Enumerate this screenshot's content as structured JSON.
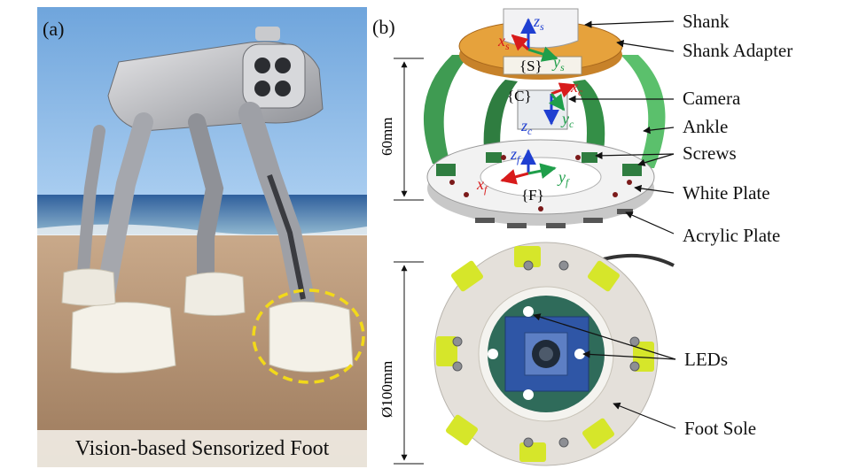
{
  "panel_a": {
    "tag": "(a)",
    "caption": "Vision-based Sensorized Foot"
  },
  "panel_b": {
    "tag": "(b)",
    "labels": {
      "shank": "Shank",
      "shank_adapter": "Shank Adapter",
      "camera": "Camera",
      "ankle": "Ankle",
      "screws": "Screws",
      "white_plate": "White Plate",
      "acrylic_plate": "Acrylic Plate",
      "leds": "LEDs",
      "foot_sole": "Foot Sole"
    },
    "dimensions": {
      "height": "60mm",
      "diameter": "Ø100mm"
    },
    "frames": {
      "shank": "{S}",
      "camera": "{C}",
      "foot": "{F}"
    },
    "axes": {
      "xs": "x",
      "ys": "y",
      "zs": "z",
      "s": "s",
      "xc": "x",
      "yc": "y",
      "zc": "z",
      "c": "c",
      "xf": "x",
      "yf": "y",
      "zf": "z",
      "f": "f"
    },
    "colors": {
      "x_axis": "#d81b1b",
      "y_axis": "#1f9e4a",
      "z_axis": "#1f3fd1",
      "adapter": "#e6a23c",
      "ankle": "#3f9b52",
      "sole_pad": "#d6e62a",
      "highlight_circle": "#f2d91a"
    }
  }
}
